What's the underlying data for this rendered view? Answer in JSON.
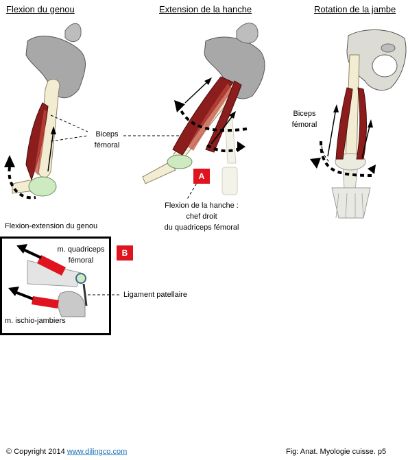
{
  "titles": {
    "flexion": "Flexion du genou",
    "extension": "Extension de la hanche",
    "rotation": "Rotation de la jambe"
  },
  "labels": {
    "biceps_line1": "Biceps",
    "biceps_line2": "fémoral",
    "rot_biceps_line1": "Biceps",
    "rot_biceps_line2": "fémoral",
    "hip_flexion_line1": "Flexion de la hanche :",
    "hip_flexion_line2": "chef droit",
    "hip_flexion_line3": "du quadriceps fémoral",
    "section_b_title": "Flexion-extension du genou",
    "quadriceps_line1": "m. quadriceps",
    "quadriceps_line2": "fémoral",
    "ischio": "m. ischio-jambiers",
    "ligament": "Ligament patellaire"
  },
  "badges": {
    "a": "A",
    "b": "B"
  },
  "footer": {
    "copyright_symbol": "©",
    "copyright_text": " Copyright 2014 ",
    "link_text": "www.dilingco.com",
    "fig_text": "Fig:  Anat. Myologie cuisse. p5"
  },
  "colors": {
    "muscle": "#8b1d1d",
    "muscle_highlight": "#c24a3c",
    "bone": "#f1ecd2",
    "pelvis": "#a8a8a8",
    "cartilage": "#cdeac0",
    "badge": "#e0141e",
    "link": "#1a6fb3"
  }
}
